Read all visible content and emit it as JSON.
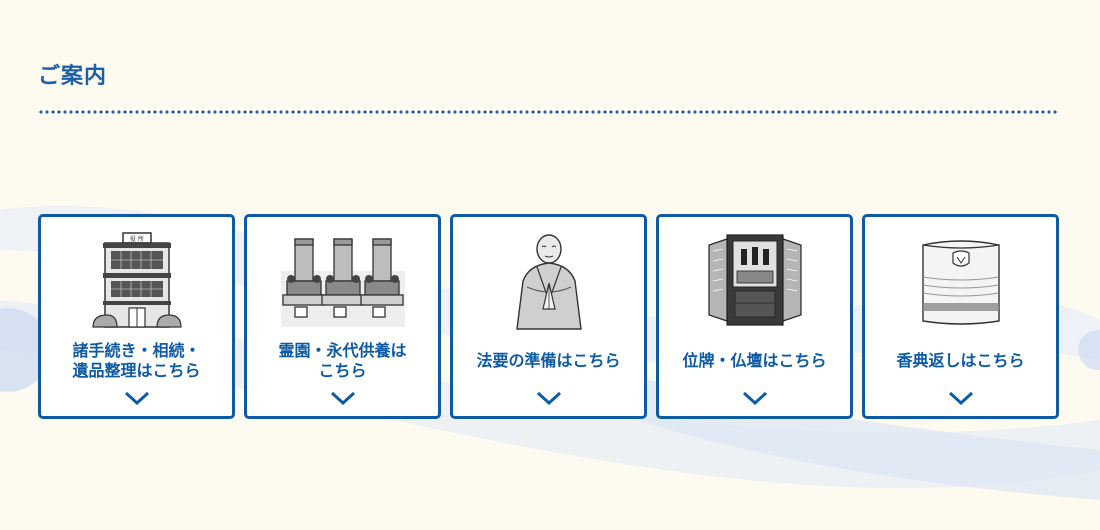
{
  "section": {
    "title": "ご案内"
  },
  "cards": [
    {
      "label": "諸手続き・相続・\n遺品整理はこちら",
      "icon": "government-building-icon"
    },
    {
      "label": "霊園・永代供養は\nこちら",
      "icon": "graves-icon"
    },
    {
      "label": "法要の準備はこちら",
      "icon": "monk-icon"
    },
    {
      "label": "位牌・仏壇はこちら",
      "icon": "butsudan-icon"
    },
    {
      "label": "香典返しはこちら",
      "icon": "gift-box-icon"
    }
  ],
  "colors": {
    "accent": "#0d5ba5",
    "title": "#1d5fa8",
    "background": "#fdfaf0"
  }
}
